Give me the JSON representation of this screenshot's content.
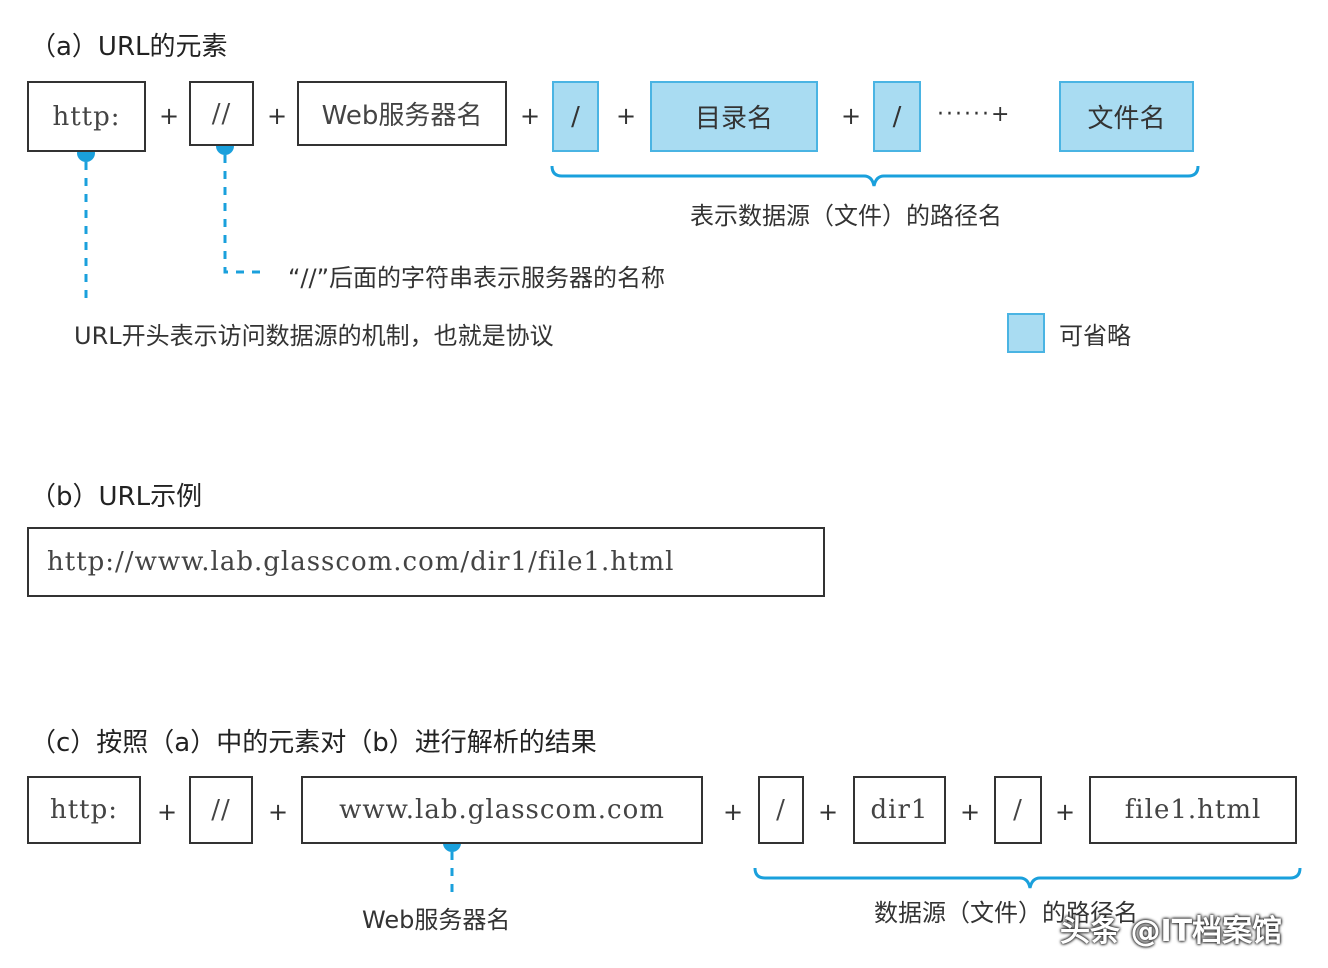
{
  "section_a": {
    "title": "（a）URL的元素",
    "boxes": [
      "http:",
      "//",
      "Web服务器名",
      "/",
      "目录名",
      "/",
      "文件名"
    ],
    "plus": "+",
    "ellipsis_plus": "······+",
    "brace_label": "表示数据源（文件）的路径名",
    "slash_note": "“//”后面的字符串表示服务器的名称",
    "protocol_note": "URL开头表示访问数据源的机制，也就是协议",
    "legend_label": "可省略"
  },
  "section_b": {
    "title": "（b）URL示例",
    "example_url": "http://www.lab.glasscom.com/dir1/file1.html"
  },
  "section_c": {
    "title": "（c）按照（a）中的元素对（b）进行解析的结果",
    "boxes": [
      "http:",
      "//",
      "www.lab.glasscom.com",
      "/",
      "dir1",
      "/",
      "file1.html"
    ],
    "plus": "+",
    "server_label": "Web服务器名",
    "brace_label": "数据源（文件）的路径名"
  },
  "colors": {
    "accent": "#1aa0dc",
    "optional_fill": "#a9dcf2",
    "optional_border": "#4ab4e3"
  },
  "watermark": "头条 @IT档案馆"
}
